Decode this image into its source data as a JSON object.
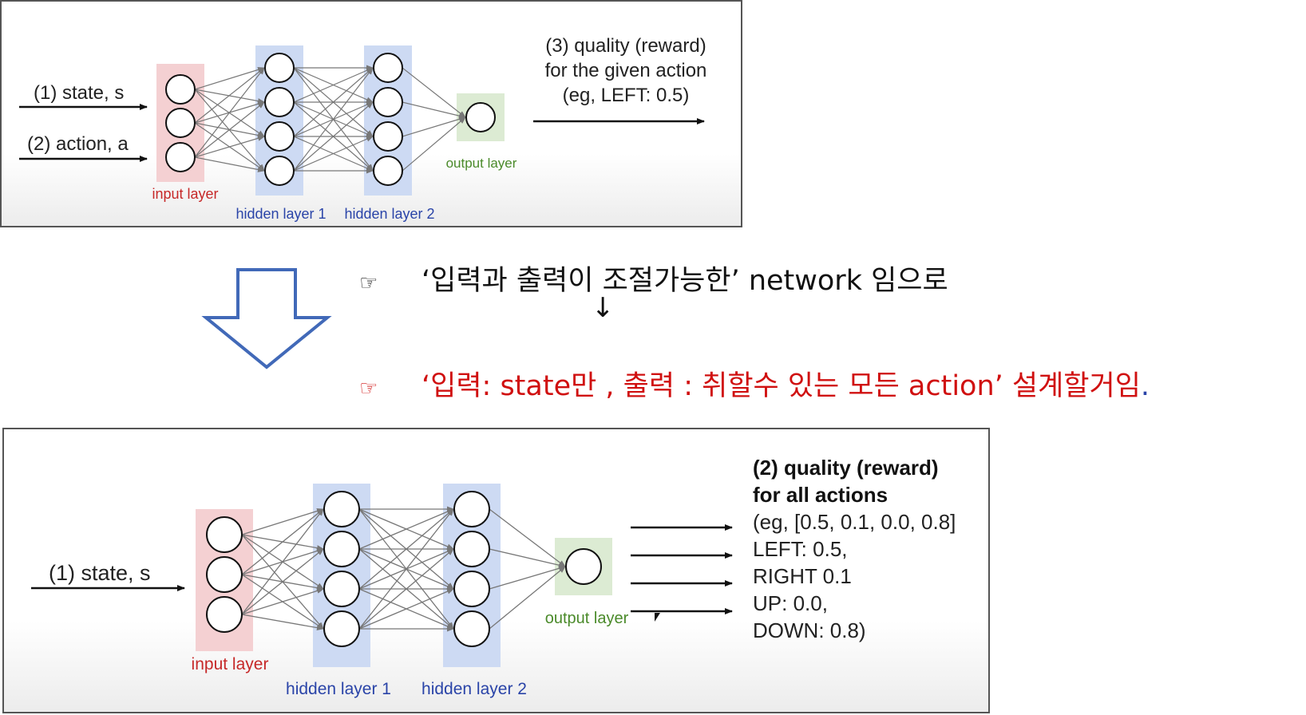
{
  "top_diagram": {
    "inputs": [
      "(1) state, s",
      "(2) action, a"
    ],
    "layer_labels": {
      "input": "input layer",
      "hidden1": "hidden layer 1",
      "hidden2": "hidden layer 2",
      "output": "output layer"
    },
    "output_text": [
      "(3) quality (reward)",
      "for the given action",
      "(eg, LEFT: 0.5)"
    ]
  },
  "middle": {
    "hand_icon": "☞",
    "note1": "‘입력과 출력이 조절가능한’ network 임으로",
    "down_mark": "↓",
    "note2": "‘입력: state만 , 출력 : 취할수 있는 모든 action’ 설계할거임",
    "note2_period": "."
  },
  "bottom_diagram": {
    "inputs": [
      "(1) state, s"
    ],
    "layer_labels": {
      "input": "input layer",
      "hidden1": "hidden layer 1",
      "hidden2": "hidden layer 2",
      "output": "output layer"
    },
    "output_title": [
      "(2) quality (reward)",
      "for all actions"
    ],
    "output_lines": [
      "(eg, [0.5, 0.1, 0.0, 0.8]",
      "LEFT: 0.5,",
      "RIGHT 0.1",
      "UP: 0.0,",
      "DOWN: 0.8)"
    ]
  },
  "colors": {
    "input_layer_bg": "#f4d0d2",
    "hidden_layer_bg": "#cddaf3",
    "output_layer_bg": "#dcebd3",
    "input_label": "#c62828",
    "hidden_label": "#2a44a8",
    "output_label": "#4a8a2a",
    "big_arrow": "#4169b8",
    "note2": "#d01010"
  }
}
